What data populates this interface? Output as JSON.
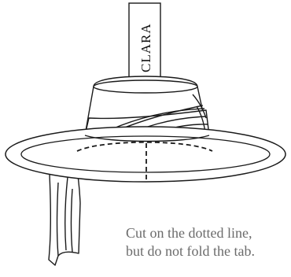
{
  "tag": {
    "label": "CLARA"
  },
  "caption": {
    "line1": "Cut on the dotted line,",
    "line2": "but do not fold the tab."
  },
  "colors": {
    "line": "#1a1a1a",
    "caption_text": "#6b6b6b",
    "background": "#ffffff"
  }
}
